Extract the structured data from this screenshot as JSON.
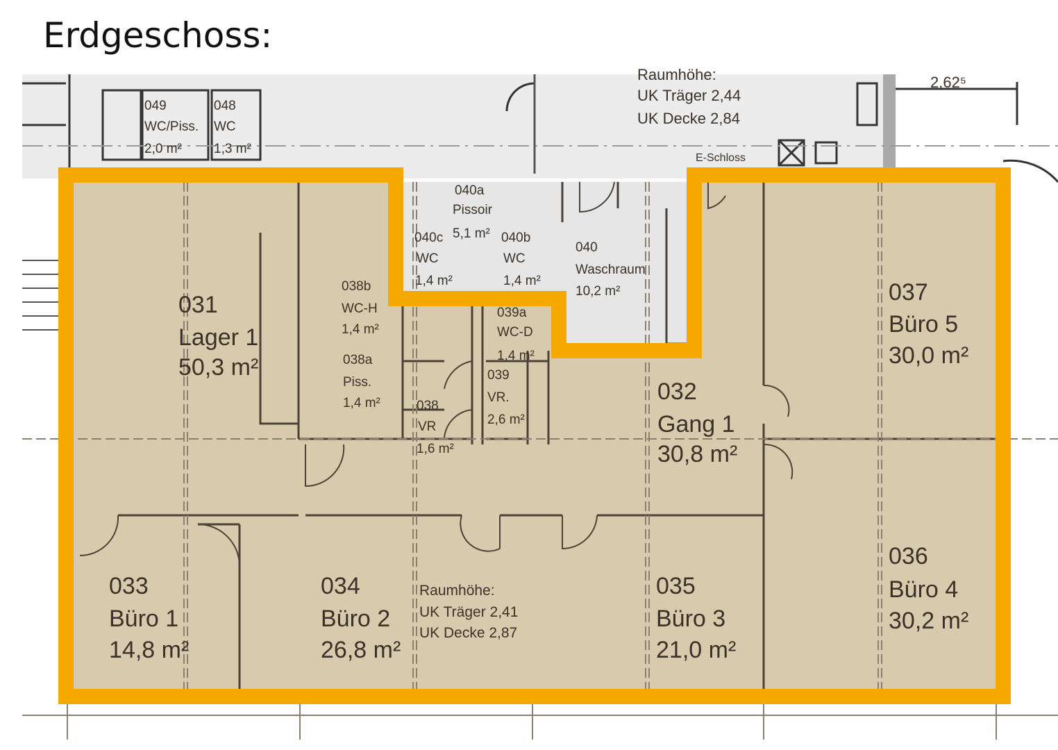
{
  "title": "Erdgeschoss:",
  "colors": {
    "outline": "#f5a800",
    "rooms_fill": "#d8cbad",
    "outside_fill": "#ececec",
    "walls": "#4a4238"
  },
  "top_labels": {
    "r049": [
      "049",
      "WC/Piss.",
      "2,0 m²"
    ],
    "r048": [
      "048",
      "WC",
      "1,3 m²"
    ],
    "raumhoehe_top": [
      "Raumhöhe:",
      "UK Träger 2,44",
      "UK Decke 2,84"
    ],
    "e_schloss": "E-Schloss",
    "dimension": "2,62⁵"
  },
  "rooms": [
    {
      "id": "031",
      "name": "Lager 1",
      "area": "50,3 m²"
    },
    {
      "id": "032",
      "name": "Gang 1",
      "area": "30,8 m²"
    },
    {
      "id": "033",
      "name": "Büro 1",
      "area": "14,8 m²"
    },
    {
      "id": "034",
      "name": "Büro 2",
      "area": "26,8 m²"
    },
    {
      "id": "035",
      "name": "Büro 3",
      "area": "21,0 m²"
    },
    {
      "id": "036",
      "name": "Büro 4",
      "area": "30,2 m²"
    },
    {
      "id": "037",
      "name": "Büro 5",
      "area": "30,0 m²"
    }
  ],
  "small_rooms": [
    {
      "id": "040a",
      "name": "Pissoir",
      "area": "5,1 m²"
    },
    {
      "id": "040c",
      "name": "WC",
      "area": "1,4 m²"
    },
    {
      "id": "040b",
      "name": "WC",
      "area": "1,4 m²"
    },
    {
      "id": "040",
      "name": "Waschraum",
      "area": "10,2 m²"
    },
    {
      "id": "038b",
      "name": "WC-H",
      "area": "1,4 m²"
    },
    {
      "id": "038a",
      "name": "Piss.",
      "area": "1,4 m²"
    },
    {
      "id": "038",
      "name": "VR",
      "area": "1,6 m²"
    },
    {
      "id": "039a",
      "name": "WC-D",
      "area": "1,4 m²"
    },
    {
      "id": "039",
      "name": "VR.",
      "area": "2,6 m²"
    }
  ],
  "raumhoehe_bottom": [
    "Raumhöhe:",
    "UK Träger 2,41",
    "UK Decke 2,87"
  ]
}
